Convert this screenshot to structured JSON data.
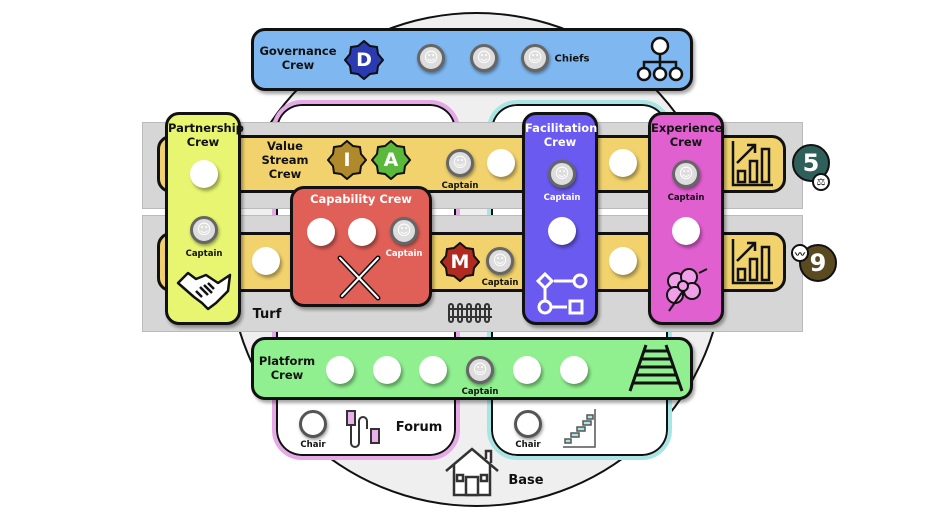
{
  "governance": {
    "title": "Governance Crew",
    "star": "D",
    "role": "Chiefs",
    "color": "#7fb8f0"
  },
  "value_stream": {
    "title": "Value Stream Crew",
    "stars": [
      "I",
      "A",
      "M"
    ],
    "color": "#f1d26c"
  },
  "partnership": {
    "title": "Partnership Crew",
    "color": "#e8f570"
  },
  "capability": {
    "title": "Capability Crew",
    "color": "#e06058"
  },
  "facilitation": {
    "title": "Facilitation Crew",
    "color": "#6a5af0"
  },
  "experience": {
    "title": "Experience Crew",
    "color": "#e060d0"
  },
  "platform": {
    "title": "Platform Crew",
    "color": "#90f090"
  },
  "captain_label": "Captain",
  "chair_label": "Chair",
  "turf_label": "Turf",
  "forum_label": "Forum",
  "base_label": "Base",
  "badges": {
    "top": "5",
    "bottom": "9"
  },
  "icons": [
    "org-chart-icon",
    "bar-chart-icon",
    "handshake-icon",
    "tools-icon",
    "flow-icon",
    "flower-icon",
    "rails-icon",
    "usb-cable-icon",
    "stairs-icon",
    "house-icon",
    "fence-icon",
    "scales-icon",
    "pulse-icon"
  ]
}
